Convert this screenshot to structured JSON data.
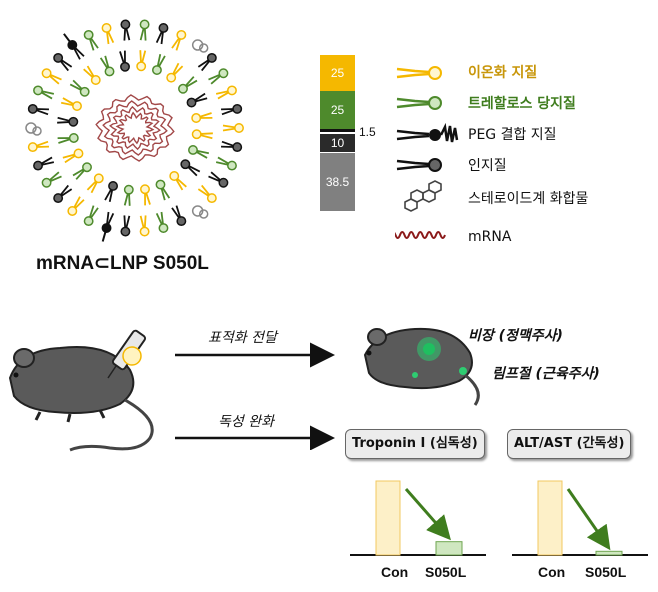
{
  "lnp": {
    "title": "mRNA⊂LNP S050L"
  },
  "composition": {
    "segments": [
      {
        "value": "25",
        "color": "#f5b800"
      },
      {
        "value": "25",
        "color": "#4e8a2c"
      },
      {
        "value": "1.5",
        "color": "#111111"
      },
      {
        "value": "10",
        "color": "#2a2a2a"
      },
      {
        "value": "38.5",
        "color": "#808080"
      }
    ]
  },
  "legend": [
    {
      "label": "이온화 지질",
      "icon": "ionizable-lipid-icon",
      "color": "#c8960a"
    },
    {
      "label": "트레할로스 당지질",
      "icon": "trehalose-glycolipid-icon",
      "color": "#3f7d1e"
    },
    {
      "label": "PEG 결합 지질",
      "icon": "peg-lipid-icon",
      "color": "#111111"
    },
    {
      "label": "인지질",
      "icon": "phospholipid-icon",
      "color": "#111111"
    },
    {
      "label": "스테로이드계 화합물",
      "icon": "steroid-icon",
      "color": "#111111"
    },
    {
      "label": "mRNA",
      "icon": "mrna-icon",
      "color": "#8b1a1a"
    }
  ],
  "flow": {
    "targeted_delivery": "표적화 전달",
    "toxicity_relief": "독성 완화",
    "spleen": "비장 (정맥주사)",
    "lymph": "림프절 (근육주사)"
  },
  "chart_data": [
    {
      "type": "bar",
      "title": "Troponin I (심독성)",
      "categories": [
        "Con",
        "S050L"
      ],
      "values": [
        100,
        18
      ],
      "colors": [
        "#fdf0c8",
        "#cfe7c0"
      ]
    },
    {
      "type": "bar",
      "title": "ALT/AST (간독성)",
      "categories": [
        "Con",
        "S050L"
      ],
      "values": [
        100,
        5
      ],
      "colors": [
        "#fdf0c8",
        "#cfe7c0"
      ]
    }
  ]
}
